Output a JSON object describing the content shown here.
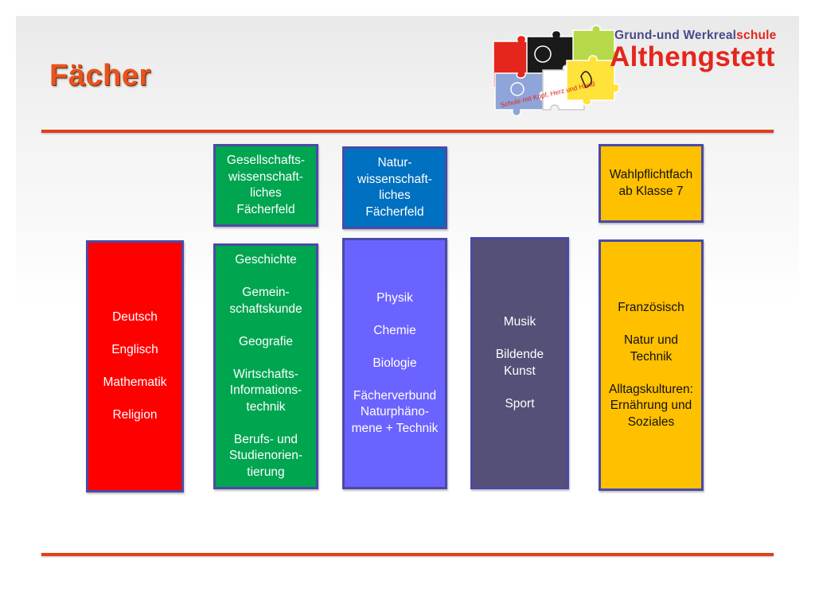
{
  "page": {
    "title": "Fächer"
  },
  "logo": {
    "line1_part1": "Grund-und Werkreal",
    "line1_part2": "schule",
    "line2": "Althengstett",
    "motto": "Schule mit Kopf, Herz und Hand"
  },
  "colors": {
    "red": "#ff0000",
    "green": "#00a550",
    "blue_header": "#0070c0",
    "blue_box": "#6b63ff",
    "slate": "#545078",
    "gold": "#ffc000",
    "border": "#4a4aa6",
    "rule": "#e0401c"
  },
  "headers": [
    {
      "id": "gesellschaft",
      "lines": [
        "Gesellschafts-",
        "wissenschaft-",
        "liches",
        "Fächerfeld"
      ]
    },
    {
      "id": "natur",
      "lines": [
        "Natur-",
        "wissenschaft-",
        "liches",
        "Fächerfeld"
      ]
    },
    {
      "id": "wahlpflicht",
      "lines": [
        "Wahlpflichtfach",
        "ab Klasse 7"
      ]
    }
  ],
  "columns": [
    {
      "id": "sprachen",
      "items": [
        "Deutsch",
        "Englisch",
        "Mathematik",
        "Religion"
      ]
    },
    {
      "id": "gesellschaft",
      "items": [
        "Geschichte",
        "Gemein-\nschaftskunde",
        "Geografie",
        "Wirtschafts-\nInformations-\ntechnik",
        "Berufs- und\nStudienorien-\ntierung"
      ]
    },
    {
      "id": "natur",
      "items": [
        "Physik",
        "Chemie",
        "Biologie",
        "Fächerverbund\nNaturphäno-\nmene + Technik"
      ]
    },
    {
      "id": "musisch",
      "items": [
        "Musik",
        "Bildende\nKunst",
        "Sport"
      ]
    },
    {
      "id": "wahlpflicht",
      "items": [
        "Französisch",
        "Natur und\nTechnik",
        "Alltagskulturen:\nErnährung und\nSoziales"
      ]
    }
  ]
}
